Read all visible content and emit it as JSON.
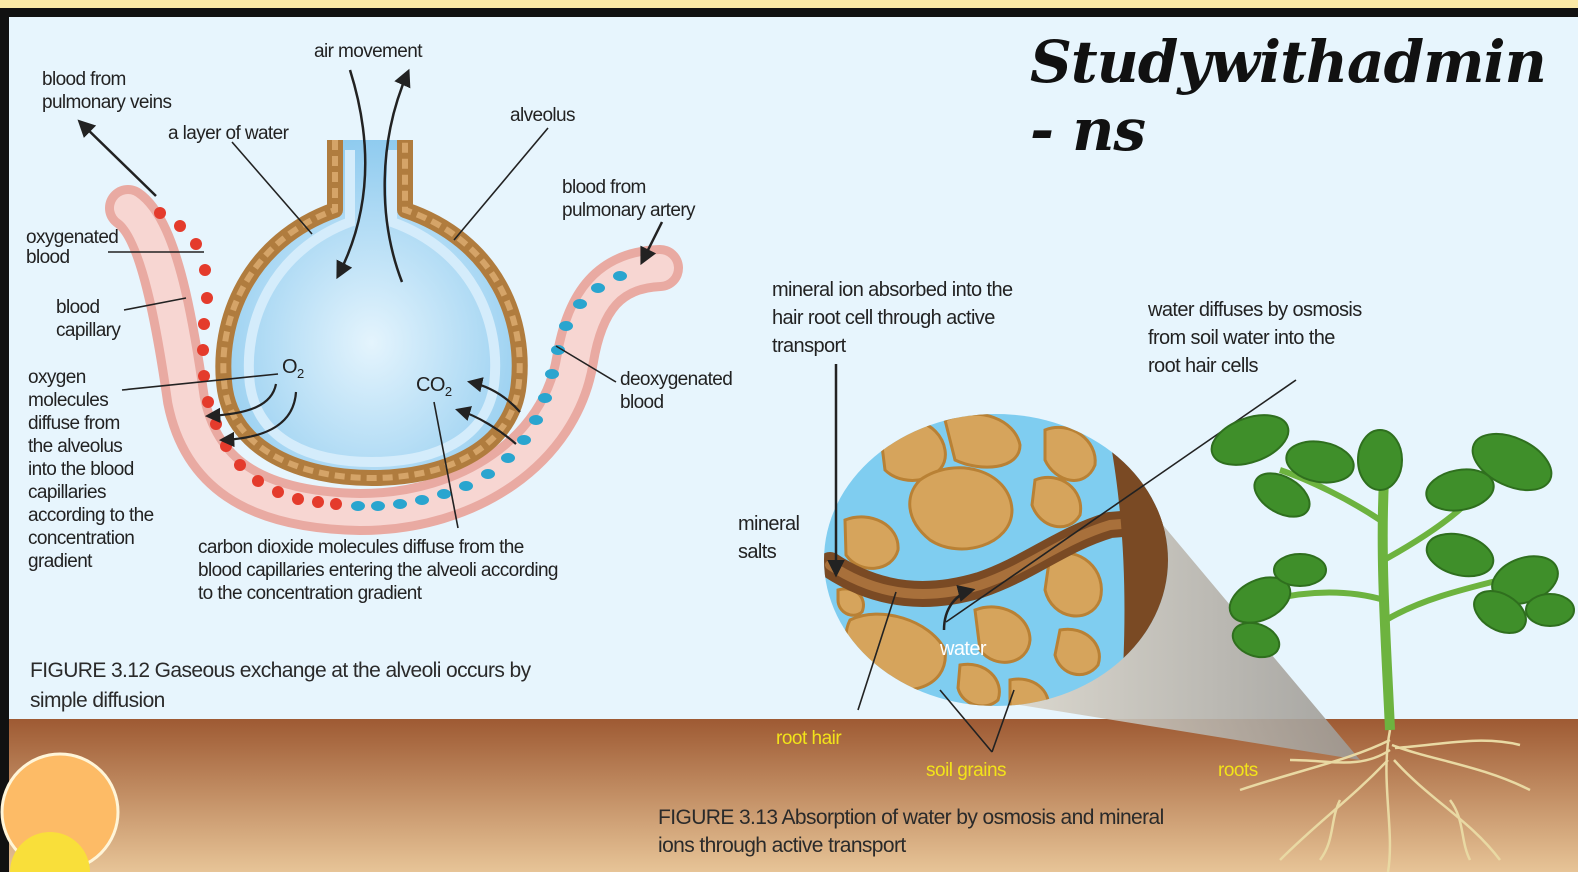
{
  "watermark": "Studywithadmin - ns",
  "fig312": {
    "air_movement": "air movement",
    "blood_from_veins": "blood from\npulmonary veins",
    "layer_of_water": "a layer of water",
    "alveolus": "alveolus",
    "blood_from_artery": "blood from\npulmonary artery",
    "oxygenated_blood": "oxygenated\nblood",
    "blood_capillary": "blood\ncapillary",
    "o2": "O",
    "co2": "CO",
    "subscript": "2",
    "deoxygenated_blood": "deoxygenated\nblood",
    "oxygen_note": "oxygen\nmolecules\ndiffuse from\nthe alveolus\ninto the blood\ncapillaries\naccording to the\nconcentration\ngradient",
    "co2_note": "carbon dioxide molecules diffuse from the\nblood capillaries entering the alveoli according\nto the concentration gradient",
    "caption": "FIGURE  3.12  Gaseous exchange at the alveoli occurs by\nsimple diffusion"
  },
  "fig313": {
    "mineral_ion_note": "mineral ion absorbed into the\nhair root cell through active\ntransport",
    "water_note": "water diffuses by osmosis\nfrom soil water into the\nroot hair cells",
    "mineral_salts": "mineral\nsalts",
    "water": "water",
    "root_hair": "root hair",
    "soil_grains": "soil grains",
    "roots": "roots",
    "caption": "FIGURE 3.13  Absorption of water by osmosis and mineral\nions through active transport"
  },
  "colors": {
    "background": "#e7f5fd",
    "alveolus_fill": "#a9d8f3",
    "alveolar_wall": "#b07c3e",
    "capillary": "#e7a29a",
    "oxygenated_cell": "#e43b2c",
    "deoxygenated_cell": "#2aa5cf",
    "soil": "#a0613a",
    "soil_grain": "#d6a45c",
    "leaf": "#3f8f2a",
    "yellow_label": "#f2e31a"
  }
}
